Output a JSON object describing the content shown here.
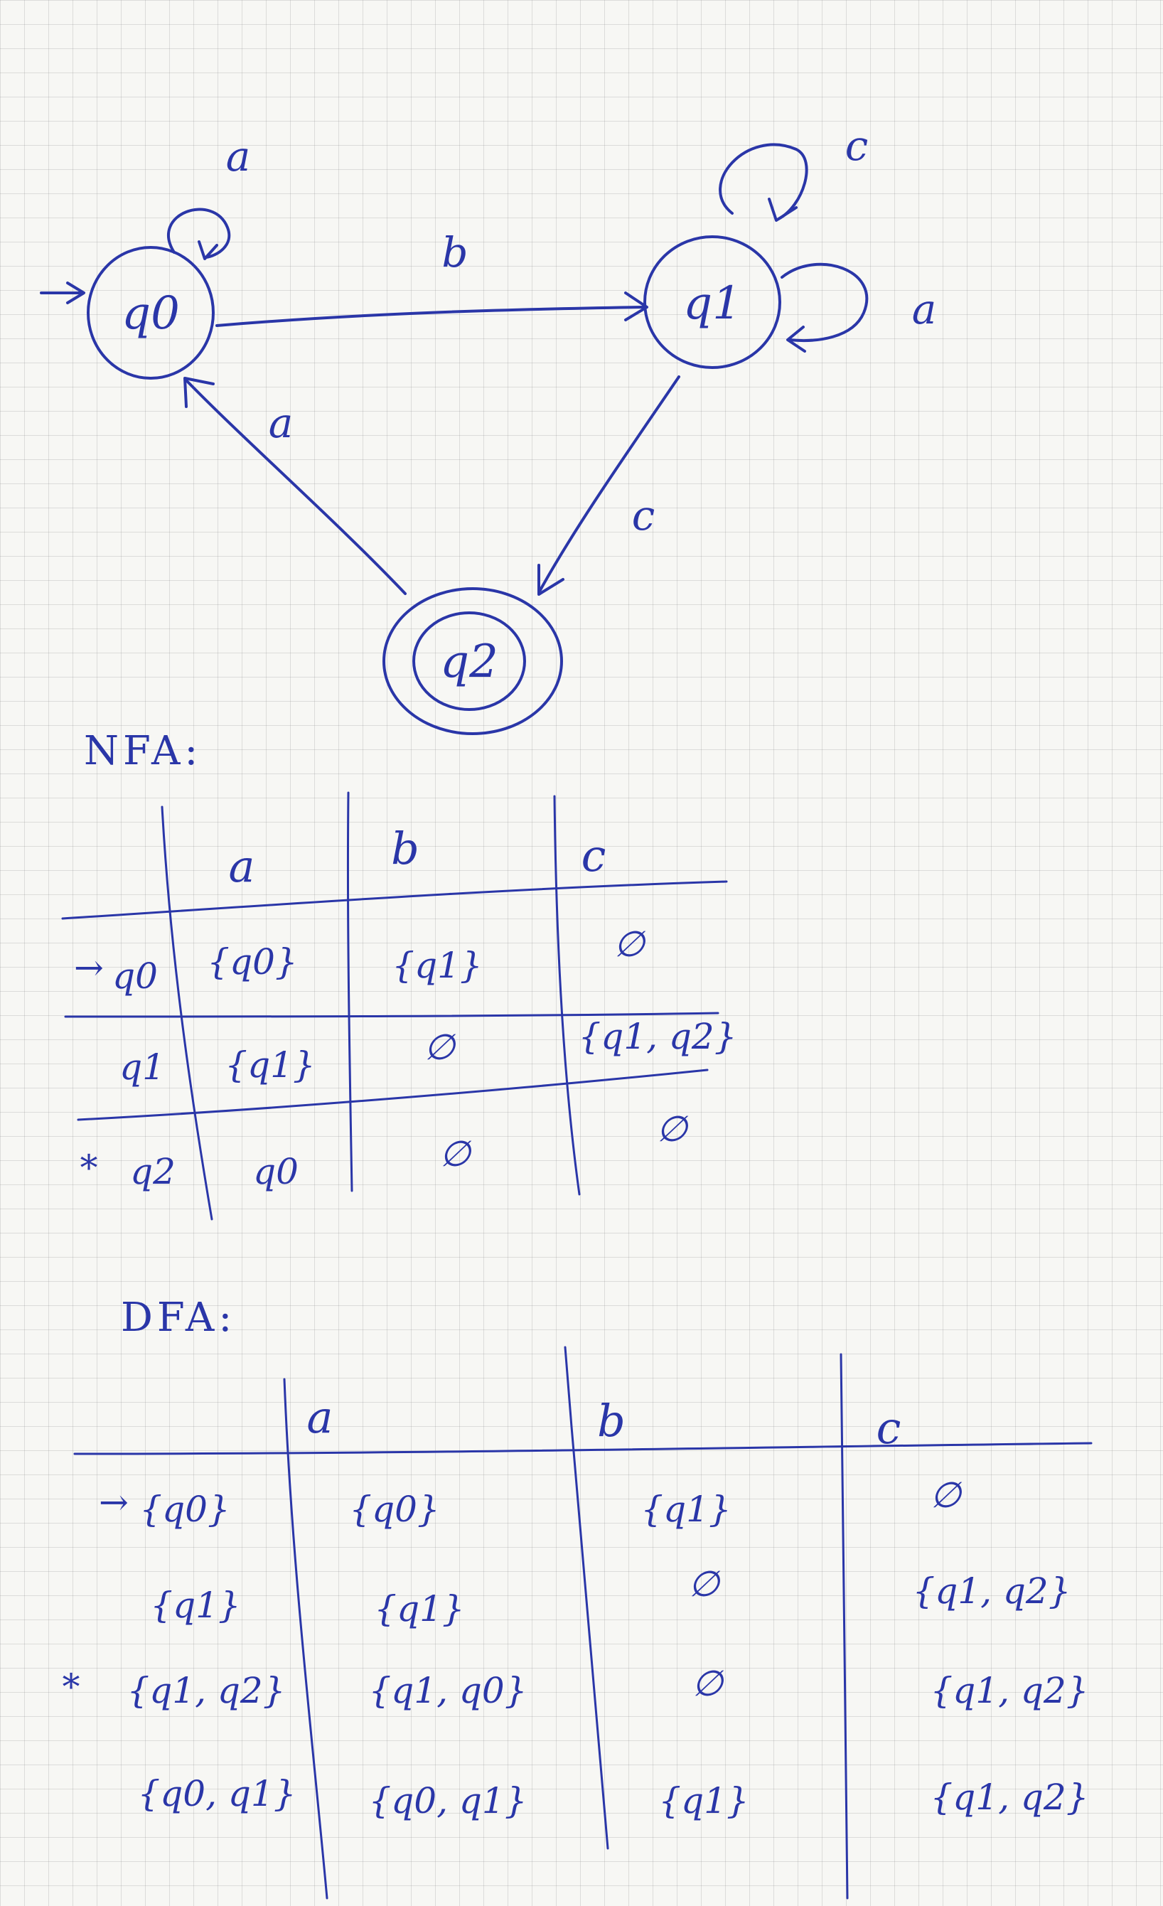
{
  "diagram": {
    "states": [
      {
        "id": "q0",
        "label": "q0",
        "start": true,
        "accepting": false
      },
      {
        "id": "q1",
        "label": "q1",
        "start": false,
        "accepting": false
      },
      {
        "id": "q2",
        "label": "q2",
        "start": false,
        "accepting": true
      }
    ],
    "transitions": [
      {
        "from": "q0",
        "to": "q0",
        "label": "a"
      },
      {
        "from": "q0",
        "to": "q1",
        "label": "b"
      },
      {
        "from": "q1",
        "to": "q1",
        "label": "c"
      },
      {
        "from": "q1",
        "to": "q1",
        "label": "a"
      },
      {
        "from": "q1",
        "to": "q2",
        "label": "c"
      },
      {
        "from": "q2",
        "to": "q0",
        "label": "a"
      }
    ],
    "start_arrow": "→"
  },
  "nfa": {
    "heading": "NFA:",
    "headers": [
      "a",
      "b",
      "c"
    ],
    "rows": [
      {
        "marker": "→",
        "state": "q0",
        "cells": [
          "{q0}",
          "{q1}",
          "∅"
        ]
      },
      {
        "marker": "",
        "state": "q1",
        "cells": [
          "{q1}",
          "∅",
          "{q1, q2}"
        ]
      },
      {
        "marker": "*",
        "state": "q2",
        "cells": [
          "q0",
          "∅",
          "∅"
        ]
      }
    ]
  },
  "dfa": {
    "heading": "DFA:",
    "headers": [
      "a",
      "b",
      "c"
    ],
    "rows": [
      {
        "marker": "→",
        "state": "{q0}",
        "cells": [
          "{q0}",
          "{q1}",
          "∅"
        ]
      },
      {
        "marker": "",
        "state": "{q1}",
        "cells": [
          "{q1}",
          "∅",
          "{q1, q2}"
        ]
      },
      {
        "marker": "*",
        "state": "{q1, q2}",
        "cells": [
          "{q1, q0}",
          "∅",
          "{q1, q2}"
        ]
      },
      {
        "marker": "",
        "state": "{q0, q1}",
        "cells": [
          "{q0, q1}",
          "{q1}",
          "{q1, q2}"
        ]
      }
    ]
  },
  "colors": {
    "ink": "#2a36a8",
    "paper": "#f7f7f4",
    "grid": "#969696"
  }
}
